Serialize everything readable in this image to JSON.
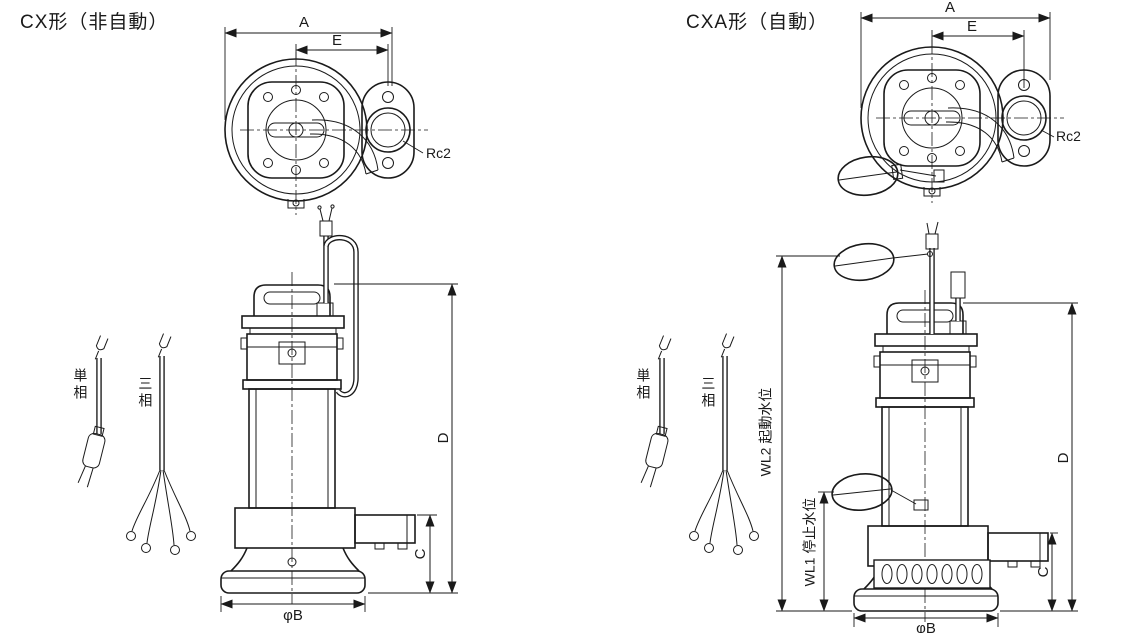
{
  "line_color": "#1a1a1a",
  "left": {
    "title": "CX形（非自動）",
    "dim_a": "A",
    "dim_e": "E",
    "port_thread": "Rc2",
    "dim_d": "D",
    "dim_c": "C",
    "dim_b": "φB",
    "cable_single_phase": "単相",
    "cable_three_phase": "三相"
  },
  "right": {
    "title": "CXA形（自動）",
    "dim_a": "A",
    "dim_e": "E",
    "port_thread": "Rc2",
    "dim_d": "D",
    "dim_c": "C",
    "dim_b": "φB",
    "cable_single_phase": "単相",
    "cable_three_phase": "三相",
    "wl2_label": "WL2 起動水位",
    "wl1_label": "WL1 停止水位"
  }
}
